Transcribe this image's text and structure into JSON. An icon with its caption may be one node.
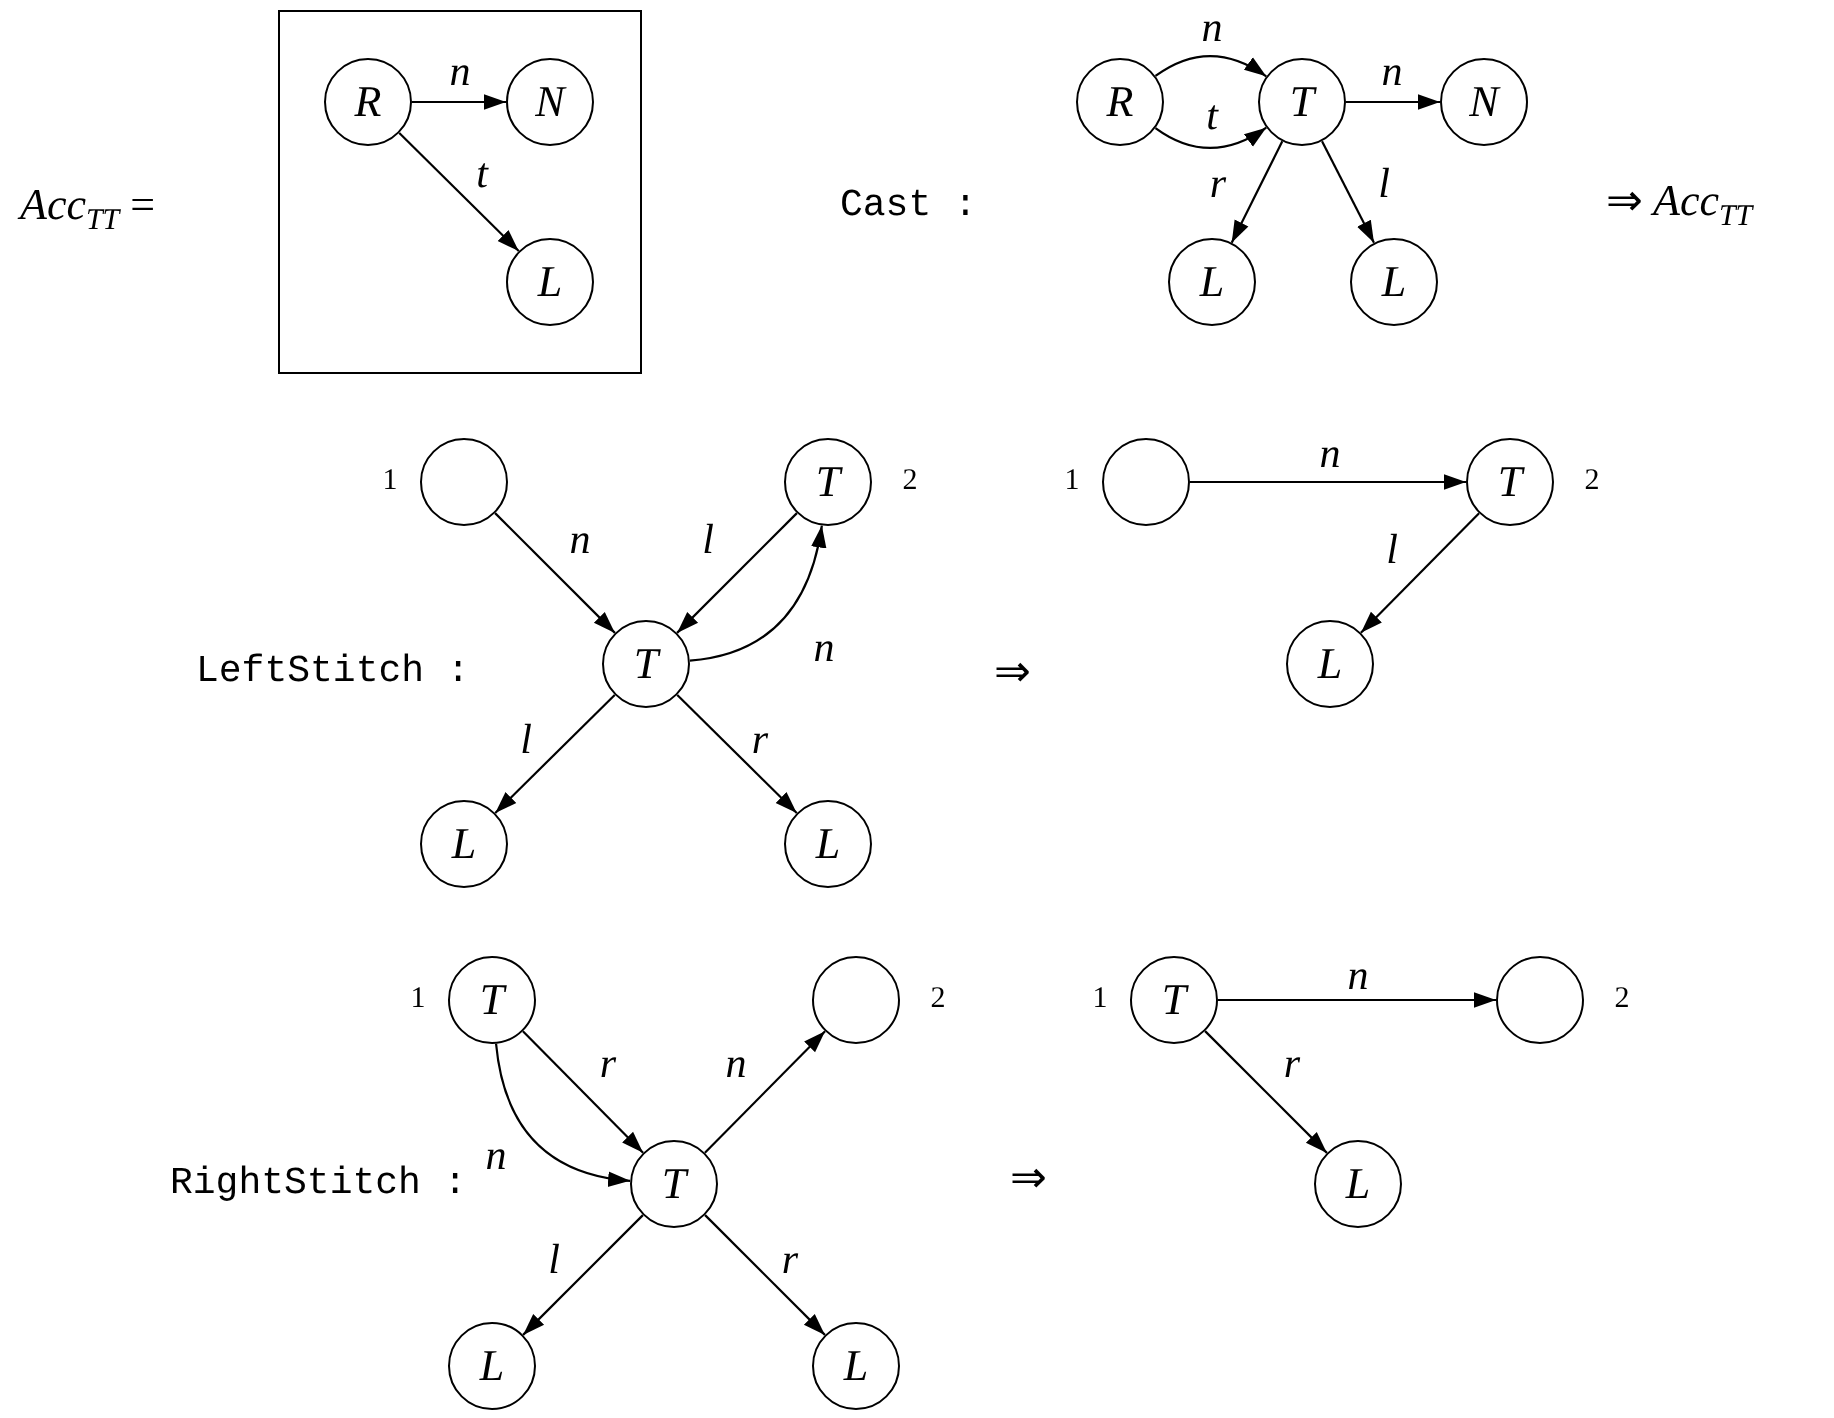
{
  "diagram": {
    "nodes": [
      {
        "text": [],
        "shape": "box"
      },
      {
        "text": [
          "R"
        ],
        "in": 0
      },
      {
        "text": [
          "N"
        ],
        "in": 0
      },
      {
        "text": [
          "L"
        ],
        "in": 0
      },
      {
        "text": [
          "R"
        ]
      },
      {
        "text": [
          "T"
        ]
      },
      {
        "text": [
          "N"
        ]
      },
      {
        "text": [
          "L"
        ]
      },
      {
        "text": [
          "L"
        ]
      },
      {
        "text": [],
        "shape": "circle",
        "beside": [
          "1"
        ]
      },
      {
        "text": [
          "T"
        ],
        "beside": [
          "2"
        ]
      },
      {
        "text": [
          "T"
        ]
      },
      {
        "text": [
          "L"
        ]
      },
      {
        "text": [
          "L"
        ]
      },
      {
        "text": [],
        "shape": "circle",
        "beside": [
          "1"
        ]
      },
      {
        "text": [
          "T"
        ],
        "beside": [
          "2"
        ]
      },
      {
        "text": [
          "L"
        ]
      },
      {
        "text": [
          "T"
        ],
        "beside": [
          "1"
        ]
      },
      {
        "text": [],
        "shape": "circle",
        "beside": [
          "2"
        ]
      },
      {
        "text": [
          "T"
        ]
      },
      {
        "text": [
          "L"
        ]
      },
      {
        "text": [
          "L"
        ]
      },
      {
        "text": [
          "T"
        ],
        "beside": [
          "1"
        ]
      },
      {
        "text": [],
        "shape": "circle",
        "beside": [
          "2"
        ]
      },
      {
        "text": [
          "L"
        ]
      }
    ],
    "edges": [
      {
        "from": 1,
        "to": 2,
        "arrow": "to",
        "label": "n"
      },
      {
        "from": 1,
        "to": 3,
        "arrow": "to",
        "label": "t"
      },
      {
        "from": 4,
        "to": 5,
        "arrow": "to",
        "label": "n"
      },
      {
        "from": 4,
        "to": 5,
        "arrow": "to",
        "label": "t"
      },
      {
        "from": 5,
        "to": 6,
        "arrow": "to",
        "label": "n"
      },
      {
        "from": 5,
        "to": 7,
        "arrow": "to",
        "label": "r"
      },
      {
        "from": 5,
        "to": 8,
        "arrow": "to",
        "label": "l"
      },
      {
        "from": 9,
        "to": 11,
        "arrow": "to",
        "label": "n"
      },
      {
        "from": 10,
        "to": 11,
        "arrow": "to",
        "label": "l"
      },
      {
        "from": 11,
        "to": 10,
        "arrow": "to",
        "label": "n"
      },
      {
        "from": 11,
        "to": 12,
        "arrow": "to",
        "label": "l"
      },
      {
        "from": 11,
        "to": 13,
        "arrow": "to",
        "label": "r"
      },
      {
        "from": 14,
        "to": 15,
        "arrow": "to",
        "label": "n"
      },
      {
        "from": 15,
        "to": 16,
        "arrow": "to",
        "label": "l"
      },
      {
        "from": 17,
        "to": 19,
        "arrow": "to",
        "label": "r"
      },
      {
        "from": 17,
        "to": 19,
        "arrow": "to",
        "label": "n"
      },
      {
        "from": 19,
        "to": 18,
        "arrow": "to",
        "label": "n"
      },
      {
        "from": 19,
        "to": 20,
        "arrow": "to",
        "label": "l"
      },
      {
        "from": 19,
        "to": 21,
        "arrow": "to",
        "label": "r"
      },
      {
        "from": 22,
        "to": 23,
        "arrow": "to",
        "label": "n"
      },
      {
        "from": 22,
        "to": 24,
        "arrow": "to",
        "label": "r"
      }
    ],
    "labels": [
      "*Acc*$_{TT}$ =",
      "Cast :",
      "⇒ *Acc*$_{TT}$",
      "LeftStitch :",
      "⇒",
      "RightStitch :",
      "⇒"
    ]
  }
}
